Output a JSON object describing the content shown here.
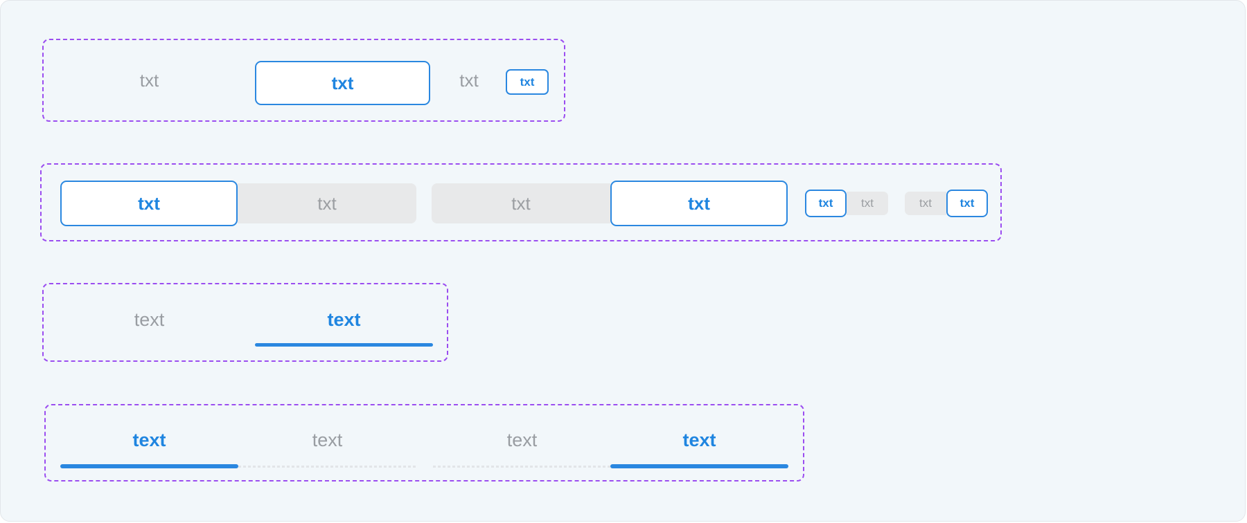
{
  "app": {
    "colors": {
      "canvas_bg": "#f2f7fa",
      "accent_blue": "#2a87e0",
      "muted_gray_text": "#999da2",
      "inactive_segment_bg": "#e8e9ea",
      "group_outline_purple": "#9b4df0",
      "inactive_track_gray": "#e2e5e8"
    }
  },
  "groups": {
    "button_demo": {
      "label_left": "txt",
      "button_large_label": "txt",
      "label_right": "txt",
      "button_small_label": "txt"
    },
    "segmented_demo": {
      "large_first_active": {
        "active": "txt",
        "inactive": "txt"
      },
      "large_last_active": {
        "inactive": "txt",
        "active": "txt"
      },
      "small_first_active": {
        "active": "txt",
        "inactive": "txt"
      },
      "small_last_active": {
        "inactive": "txt",
        "active": "txt"
      }
    },
    "tabs_pair": {
      "inactive": "text",
      "active": "text"
    },
    "tabs_row": {
      "group_a": {
        "active": "text",
        "inactive": "text"
      },
      "group_b": {
        "inactive": "text",
        "active": "text"
      }
    }
  }
}
